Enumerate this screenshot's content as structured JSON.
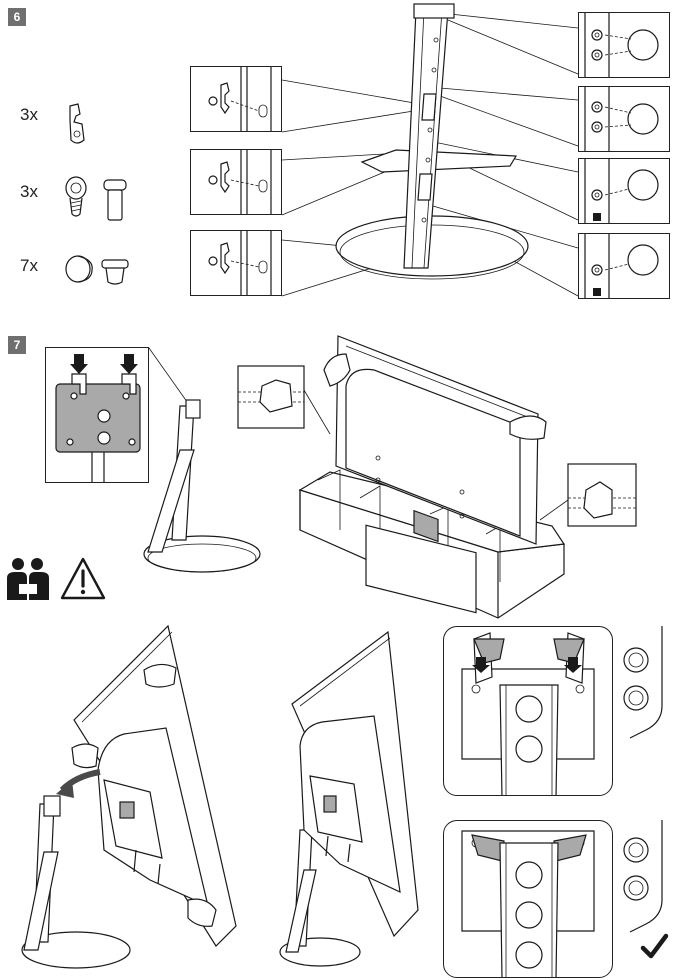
{
  "steps": [
    {
      "number": "6"
    },
    {
      "number": "7"
    }
  ],
  "parts": [
    {
      "quantity": "3x",
      "icon": "bracket-hook-icon"
    },
    {
      "quantity": "3x",
      "icon": "screw-and-spacer-icon"
    },
    {
      "quantity": "7x",
      "icon": "cover-cap-icon"
    }
  ],
  "icons": {
    "two_person": "two-person-lift-icon",
    "warning": "warning-triangle-icon",
    "confirm": "checkmark-icon"
  },
  "colors": {
    "line": "#1a1a1a",
    "badge": "#6f6f6f",
    "plate": "#a9a9a9"
  }
}
